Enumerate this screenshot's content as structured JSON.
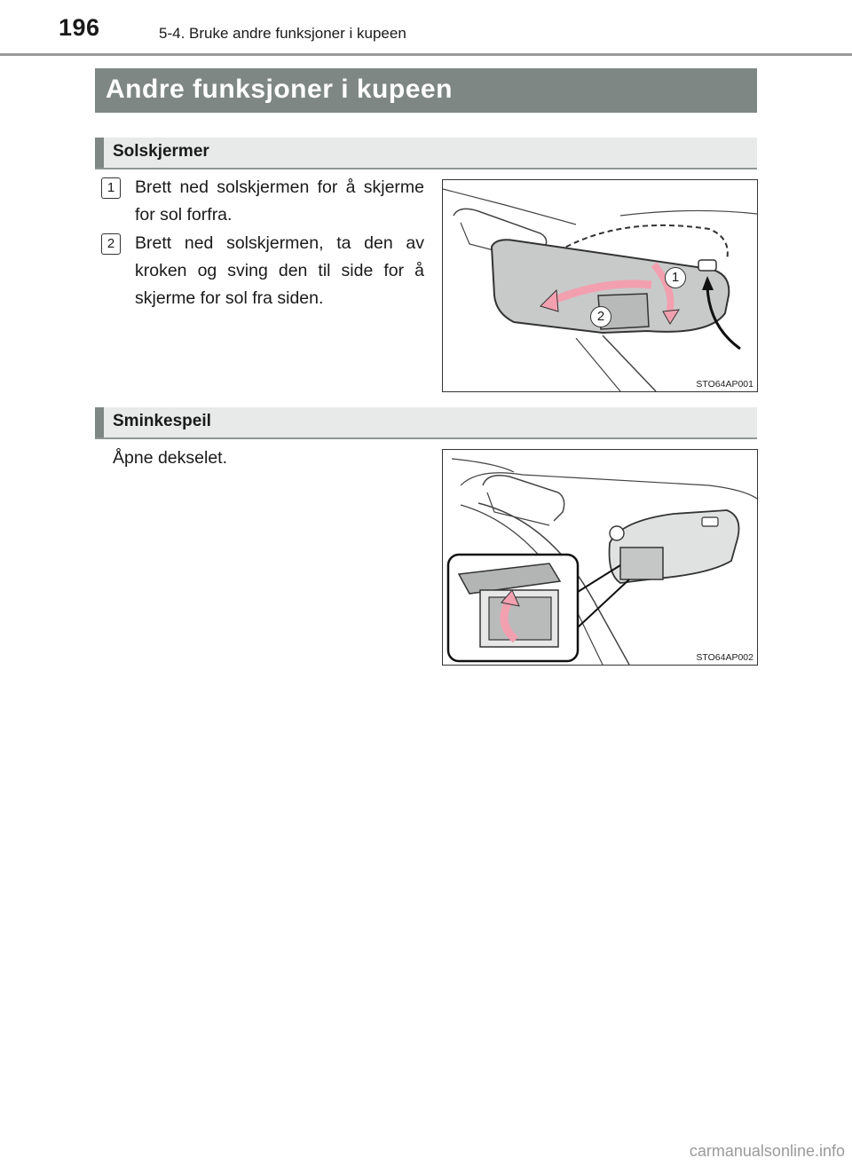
{
  "header": {
    "page_number": "196",
    "section": "5-4. Bruke andre funksjoner i kupeen"
  },
  "title": "Andre funksjoner i kupeen",
  "sections": [
    {
      "heading": "Solskjermer",
      "steps": [
        {
          "number": "1",
          "text": "Brett ned solskjermen for å skjerme for sol forfra."
        },
        {
          "number": "2",
          "text": "Brett ned solskjermen, ta den av kroken og sving den til side for å skjerme for sol fra siden."
        }
      ],
      "figure": {
        "code": "STO64AP001",
        "callouts": [
          "1",
          "2"
        ]
      }
    },
    {
      "heading": "Sminkespeil",
      "text": "Åpne dekselet.",
      "figure": {
        "code": "STO64AP002"
      }
    }
  ],
  "footer": {
    "watermark": "carmanualsonline.info"
  },
  "colors": {
    "title_bar": "#7e8784",
    "section_bar": "#e7eae8",
    "arrow": "#f2a0b0"
  }
}
